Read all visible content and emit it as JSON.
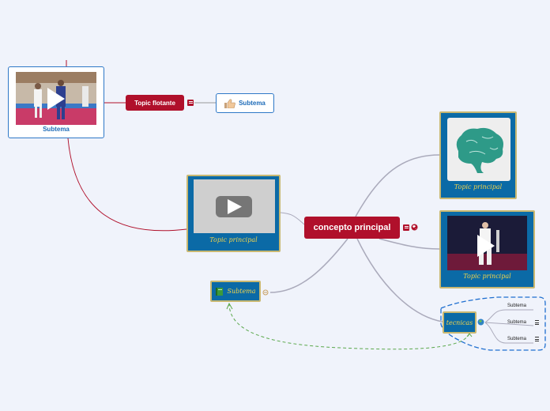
{
  "central_topic": {
    "label": "concepto principal"
  },
  "floating_topic": {
    "label": "Topic flotante"
  },
  "subtopics": {
    "white_subtopic": "Subtema",
    "photo_subtopic": "Subtema",
    "book_subtopic": "Subtema",
    "tecnicas": "tecnicas",
    "leaves": [
      "Subtema",
      "Subtema",
      "Subtema"
    ]
  },
  "main_topics": {
    "video": "Topic principal",
    "brain": "Topic principal",
    "karate": "Topic principal"
  },
  "colors": {
    "central": "#b0102b",
    "card_blue": "#0b6aa6",
    "card_border": "#c9b871",
    "card_text": "#f2d34b",
    "dashed_boundary": "#1f6fd0",
    "relationship": "#5aa84b"
  },
  "icons": [
    "note-icon",
    "globe-icon",
    "thumbs-up-icon",
    "book-icon",
    "play-icon",
    "brain-image"
  ]
}
